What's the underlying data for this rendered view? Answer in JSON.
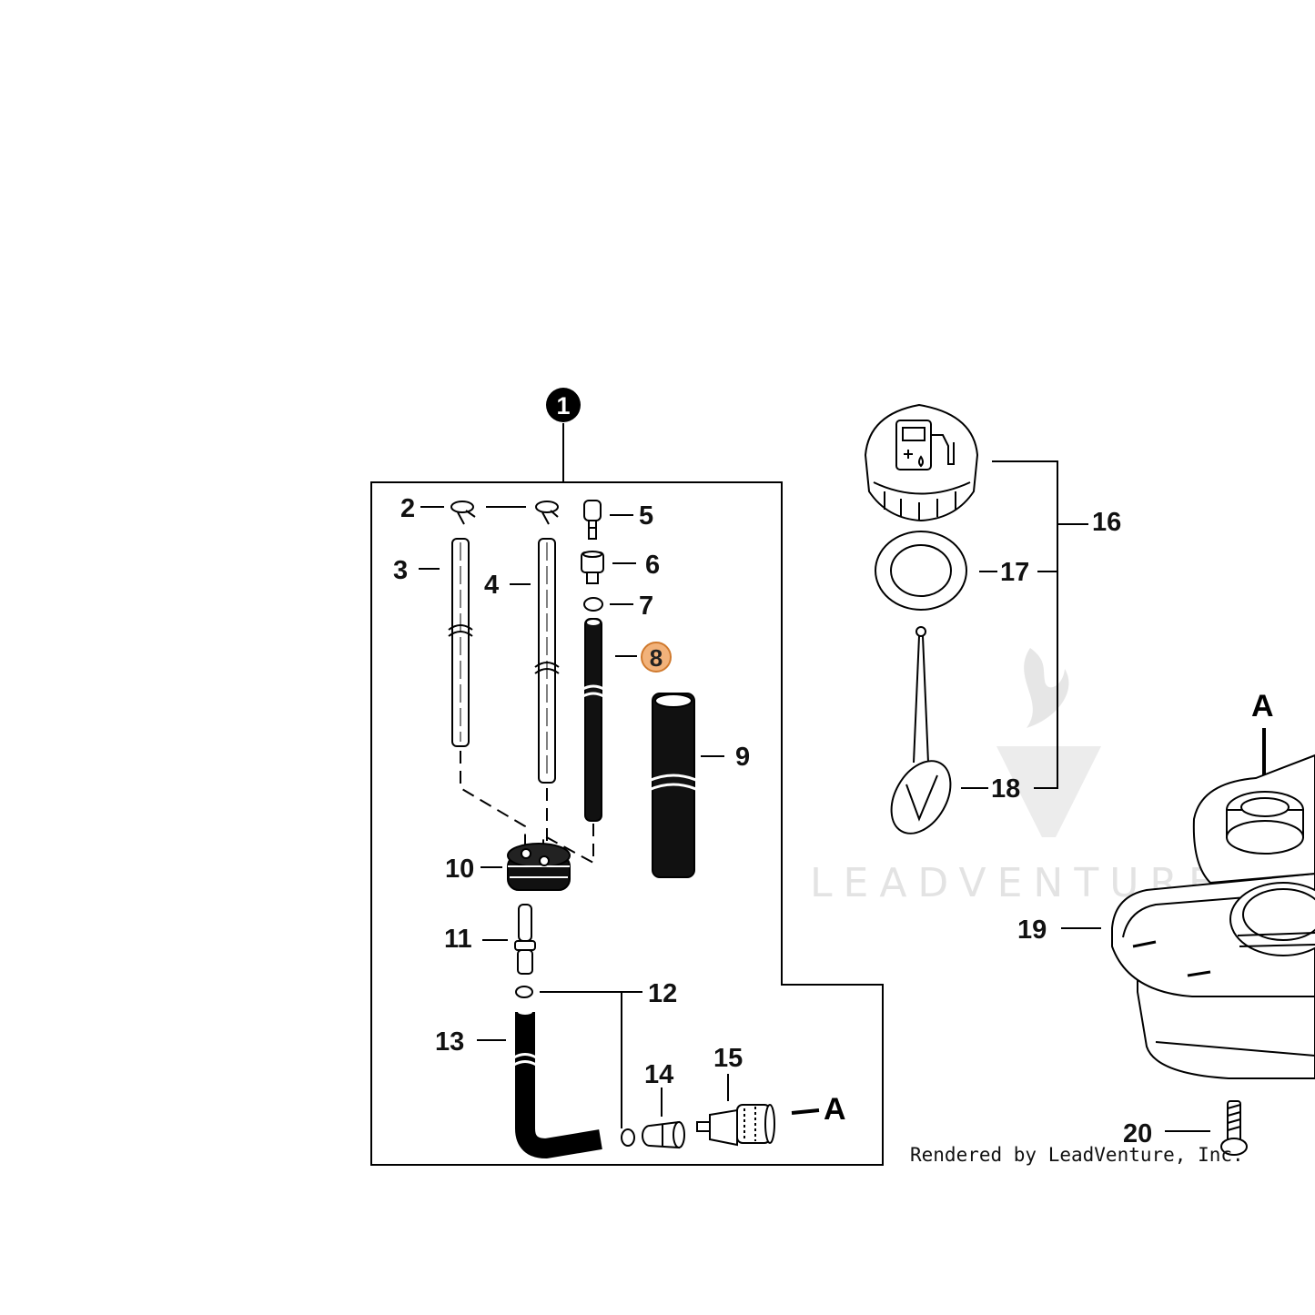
{
  "diagram": {
    "kit_callout": "1",
    "callouts": {
      "c2": "2",
      "c3": "3",
      "c4": "4",
      "c5": "5",
      "c6": "6",
      "c7": "7",
      "c8": "8",
      "c9": "9",
      "c10": "10",
      "c11": "11",
      "c12": "12",
      "c13": "13",
      "c14": "14",
      "c15": "15",
      "c16": "16",
      "c17": "17",
      "c18": "18",
      "c19": "19",
      "c20": "20"
    },
    "highlighted_callout": "8",
    "connector_letter": "A",
    "watermark": "LEADVENTURE",
    "credit": "Rendered by LeadVenture, Inc.",
    "colors": {
      "highlight_fill": "#f2b27a",
      "highlight_stroke": "#d07a2e",
      "watermark": "#e3e3e3"
    }
  }
}
